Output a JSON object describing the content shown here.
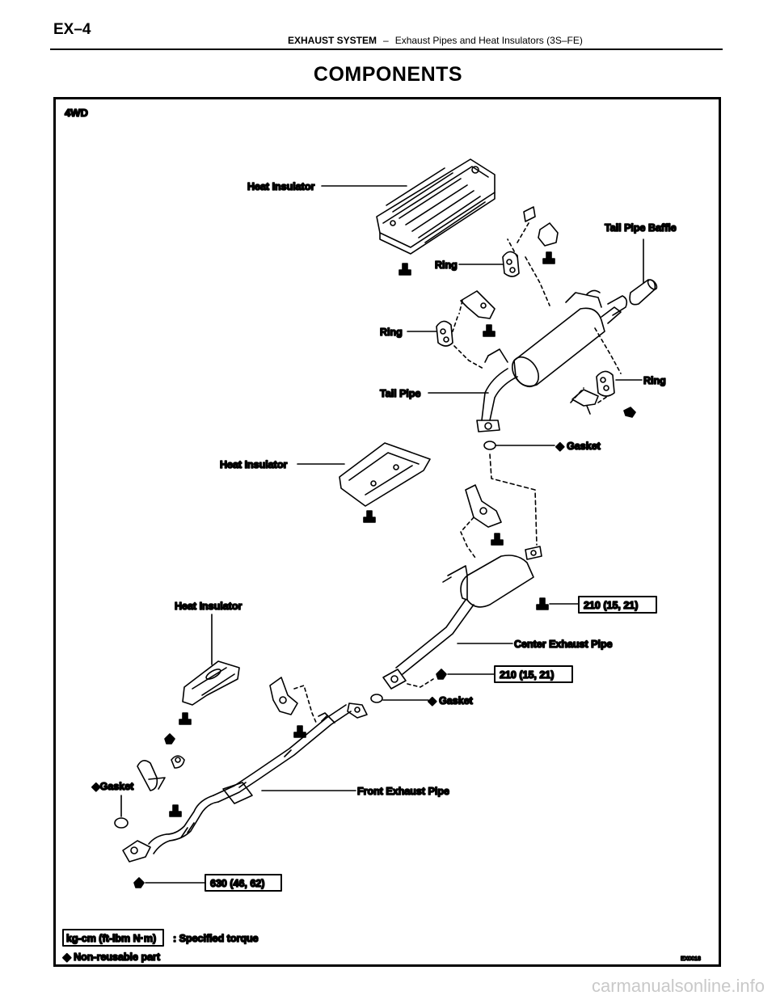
{
  "page": {
    "id": "EX–4",
    "section": "EXHAUST SYSTEM",
    "separator": "–",
    "subtitle": "Exhaust Pipes and Heat Insulators (3S–FE)",
    "title": "COMPONENTS",
    "watermark": "carmanualsonline.info"
  },
  "diagram": {
    "variant": "4WD",
    "labels": {
      "heat_insulator_top": "Heat Insulator",
      "tail_pipe_baffle": "Tail Pipe Baffle",
      "ring_1": "Ring",
      "ring_2": "Ring",
      "ring_3": "Ring",
      "tail_pipe": "Tail Pipe",
      "gasket_rear": "Gasket",
      "heat_insulator_mid": "Heat Insulator",
      "heat_insulator_front": "Heat Insulator",
      "center_exhaust_pipe": "Center Exhaust Pipe",
      "gasket_center": "Gasket",
      "gasket_front": "Gasket",
      "front_exhaust_pipe": "Front Exhaust Pipe"
    },
    "torques": {
      "center_upper": "210 (15, 21)",
      "center_lower": "210 (15, 21)",
      "front": "630 (46, 62)"
    },
    "legend": {
      "unit_box": "kg-cm (ft-lbm N·m)",
      "unit_desc": ": Specified torque",
      "nonreusable": "Non-reusable part"
    },
    "figure_code": "EX0018",
    "bullet": "◆"
  },
  "colors": {
    "ink": "#000000",
    "watermark": "#c9c9c9"
  }
}
